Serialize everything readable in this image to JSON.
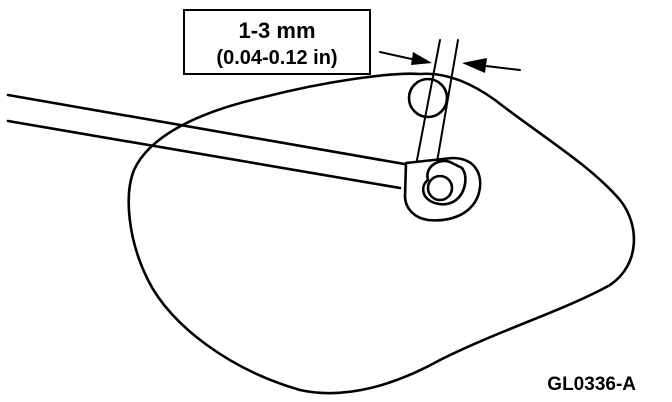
{
  "diagram": {
    "dimension_metric": "1-3 mm",
    "dimension_imperial": "(0.04-0.12 in)",
    "figure_code": "GL0336-A"
  },
  "colors": {
    "ink": "#000000",
    "paper": "#ffffff"
  }
}
